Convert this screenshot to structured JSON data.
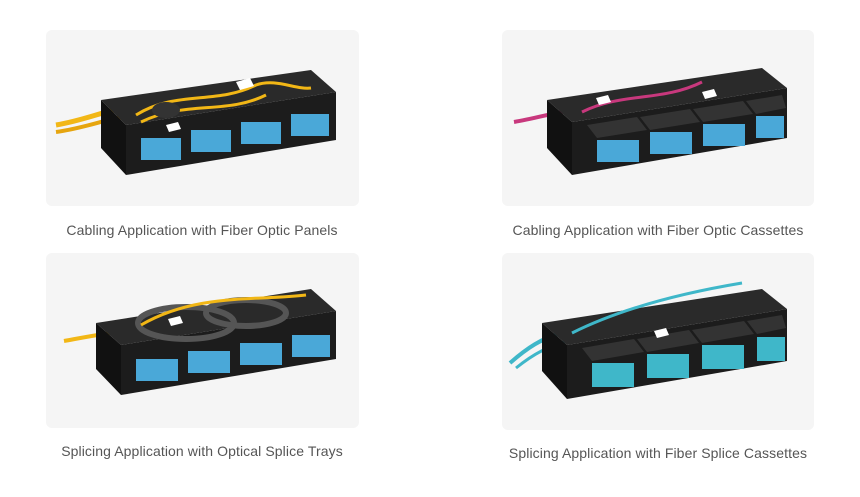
{
  "tiles": [
    {
      "caption": "Cabling Application with Fiber Optic Panels",
      "image": "rack-mount fiber enclosure with yellow cables and LC adapter panels"
    },
    {
      "caption": "Cabling Application with Fiber Optic Cassettes",
      "image": "rack-mount fiber enclosure with magenta cables and MTP cassettes"
    },
    {
      "caption": "Splicing Application with Optical Splice Trays",
      "image": "rack-mount fiber enclosure with splice trays and yellow cables"
    },
    {
      "caption": "Splicing Application with Fiber Splice Cassettes",
      "image": "rack-mount fiber enclosure with aqua cables and splice cassettes"
    }
  ],
  "colors": {
    "card_bg": "#f5f5f5",
    "caption_text": "#555555",
    "enclosure": "#1c1c1c",
    "port_blue": "#4aa8d8",
    "cable_yellow": "#f2b716",
    "cable_magenta": "#c8387d",
    "cable_aqua": "#3fb7c9"
  }
}
